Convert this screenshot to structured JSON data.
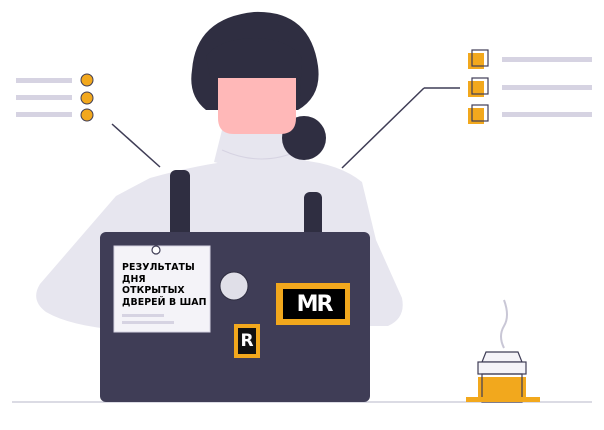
{
  "sticky_note": {
    "line1": "РЕЗУЛЬТАТЫ",
    "line2": "ДНЯ",
    "line3": "ОТКРЫТЫХ",
    "line4": "ДВЕРЕЙ В ШАП"
  },
  "laptop_badge": {
    "text": "MR"
  },
  "laptop_small_badge": {
    "text": "R"
  },
  "colors": {
    "accent": "#f2a81d",
    "hair": "#2f2e41",
    "laptop": "#3f3d56",
    "sweater": "#e6e6e6",
    "skin": "#ffb8b8",
    "lines": "#ccccdd"
  }
}
